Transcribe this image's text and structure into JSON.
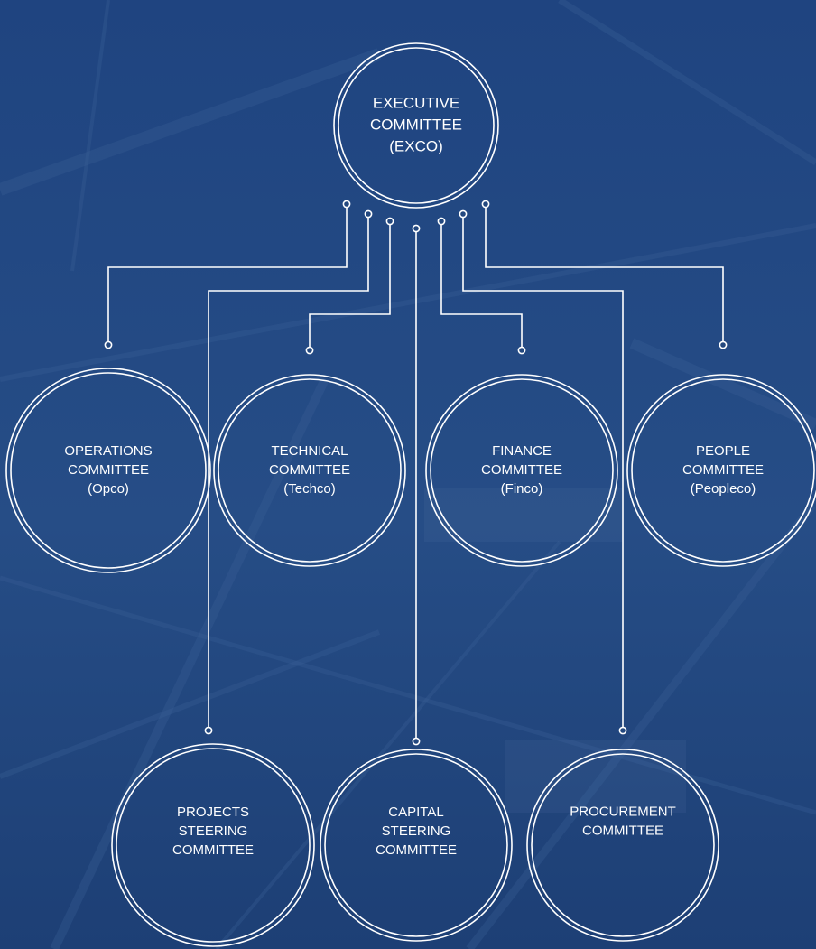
{
  "colors": {
    "background": "#23487f",
    "line": "#ffffff",
    "text": "#ffffff"
  },
  "exco": {
    "lines": [
      "EXECUTIVE",
      "COMMITTEE",
      "(EXCO)"
    ]
  },
  "committees": {
    "opco": {
      "lines": [
        "OPERATIONS",
        "COMMITTEE",
        "(Opco)"
      ]
    },
    "techco": {
      "lines": [
        "TECHNICAL",
        "COMMITTEE",
        "(Techco)"
      ]
    },
    "finco": {
      "lines": [
        "FINANCE",
        "COMMITTEE",
        "(Finco)"
      ]
    },
    "peopleco": {
      "lines": [
        "PEOPLE",
        "COMMITTEE",
        "(Peopleco)"
      ]
    },
    "projects": {
      "lines": [
        "PROJECTS",
        "STEERING",
        "COMMITTEE"
      ]
    },
    "capital": {
      "lines": [
        "CAPITAL",
        "STEERING",
        "COMMITTEE"
      ]
    },
    "procurement": {
      "lines": [
        "PROCUREMENT",
        "COMMITTEE"
      ]
    }
  }
}
